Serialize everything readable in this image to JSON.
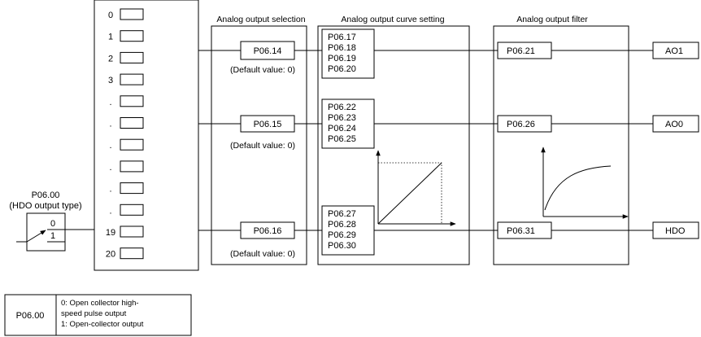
{
  "sections": {
    "selection": "Analog output selection",
    "curve": "Analog output curve setting",
    "filter": "Analog output filter"
  },
  "source_list": [
    "0",
    "1",
    "2",
    "3",
    ".",
    ".",
    ".",
    ".",
    ".",
    ".",
    "19",
    "20"
  ],
  "hdo_type": {
    "code": "P06.00",
    "label": "(HDO output type)",
    "options": [
      "0",
      "1"
    ]
  },
  "rows": [
    {
      "selector": "P06.14",
      "default": "(Default value: 0)",
      "curve_params": [
        "P06.17",
        "P06.18",
        "P06.19",
        "P06.20"
      ],
      "filter_param": "P06.21",
      "output": "AO1"
    },
    {
      "selector": "P06.15",
      "default": "(Default value: 0)",
      "curve_params": [
        "P06.22",
        "P06.23",
        "P06.24",
        "P06.25"
      ],
      "filter_param": "P06.26",
      "output": "AO0"
    },
    {
      "selector": "P06.16",
      "default": "(Default value: 0)",
      "curve_params": [
        "P06.27",
        "P06.28",
        "P06.29",
        "P06.30"
      ],
      "filter_param": "P06.31",
      "output": "HDO"
    }
  ],
  "legend": {
    "code": "P06.00",
    "lines": [
      "0: Open collector high-",
      "speed pulse output",
      "1: Open-collector output"
    ]
  }
}
